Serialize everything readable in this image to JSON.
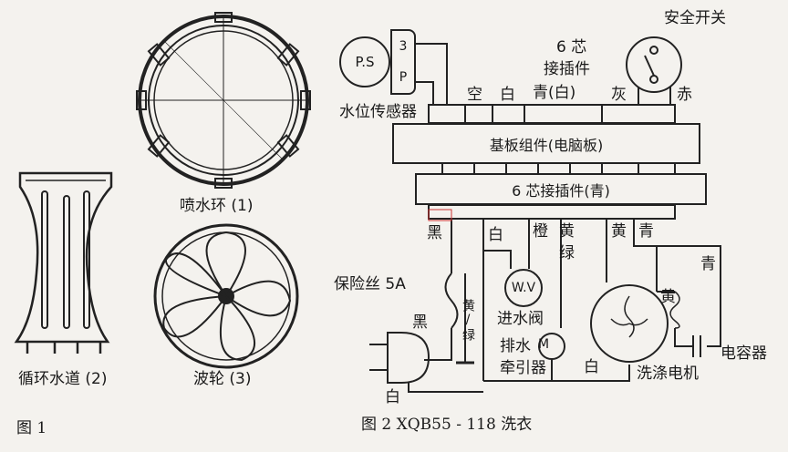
{
  "figure1": {
    "label": "图 1",
    "parts": {
      "spray_ring": "喷水环 (1)",
      "water_channel": "循环水道 (2)",
      "impeller": "波轮 (3)"
    }
  },
  "figure2": {
    "caption": "图 2   XQB55 - 118 洗衣",
    "sensor": {
      "symbol": "P.S",
      "label": "水位传感器",
      "pin_top": "3",
      "pin_bottom": "P"
    },
    "connector_top": {
      "label_line1": "6 芯",
      "label_line2": "接插件",
      "label_line3": "青(白)"
    },
    "safety_switch": "安全开关",
    "main_board": "基板组件(电脑板)",
    "connector_bottom": "6 芯接插件(青)",
    "fuse": "保险丝 5A",
    "inlet_valve": {
      "symbol": "W.V",
      "label": "进水阀"
    },
    "drain": {
      "symbol": "M",
      "label_line1": "排水",
      "label_line2": "牵引器"
    },
    "motor": "洗涤电机",
    "capacitor": "电容器",
    "wires": {
      "empty": "空",
      "white": "白",
      "gray": "灰",
      "red": "赤",
      "black": "黑",
      "orange": "橙",
      "yellow": "黄",
      "green": "绿",
      "cyan": "青",
      "yellow_green": "黄/绿"
    }
  }
}
